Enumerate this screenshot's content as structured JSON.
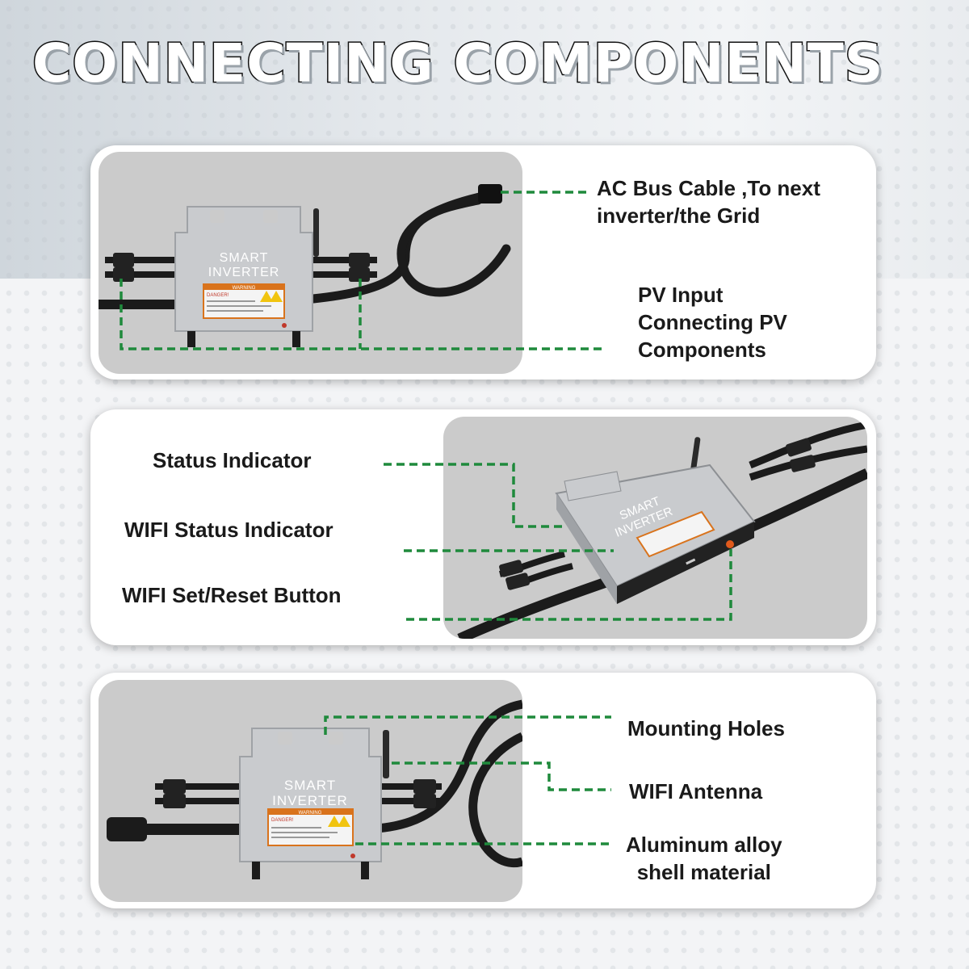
{
  "title": "CONNECTING COMPONENTS",
  "panels": [
    {
      "labels": [
        {
          "lines": [
            "AC Bus Cable ,To next",
            "inverter/the Grid"
          ]
        },
        {
          "lines": [
            "PV Input",
            "Connecting PV",
            "Components"
          ]
        }
      ]
    },
    {
      "labels": [
        {
          "lines": [
            "Status Indicator"
          ]
        },
        {
          "lines": [
            "WIFI Status Indicator"
          ]
        },
        {
          "lines": [
            "WIFI Set/Reset Button"
          ]
        }
      ]
    },
    {
      "labels": [
        {
          "lines": [
            "Mounting Holes"
          ]
        },
        {
          "lines": [
            "WIFI Antenna"
          ]
        },
        {
          "lines": [
            "Aluminum alloy",
            "shell material"
          ]
        }
      ]
    }
  ],
  "device": {
    "line1": "SMART",
    "line2": "INVERTER",
    "warning": "WARNING",
    "danger": "DANGER!"
  },
  "colors": {
    "leader": "#1f8a3c",
    "photo_bg": "#cbcbcb",
    "device_body": "#c7c9cc",
    "cable": "#1b1b1b"
  }
}
